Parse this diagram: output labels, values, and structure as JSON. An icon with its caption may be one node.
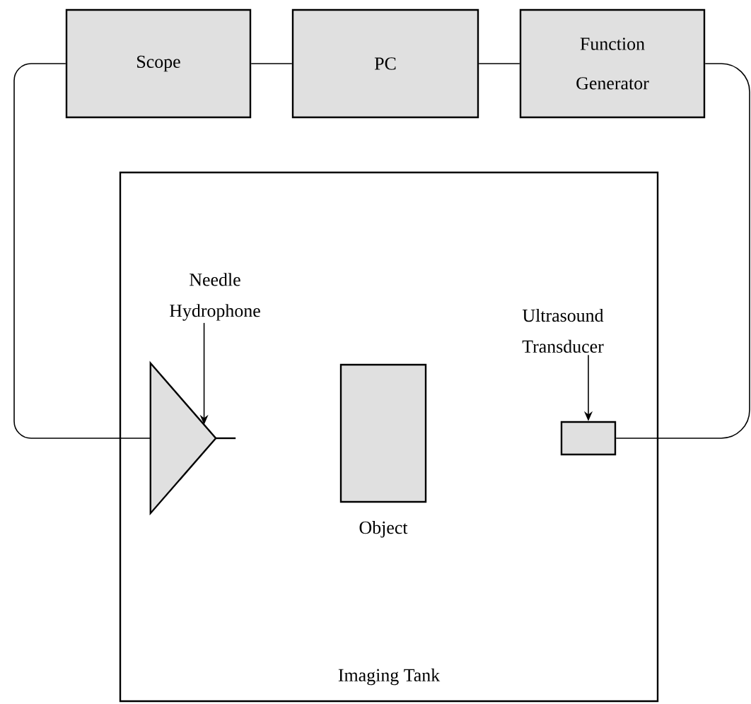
{
  "diagram": {
    "nodes": [
      {
        "text": [
          "Scope"
        ]
      },
      {
        "text": [
          "PC"
        ]
      },
      {
        "text": [
          "Function Generator"
        ]
      },
      {
        "text": [
          "Imaging Tank"
        ]
      },
      {
        "text": [
          "Needle Hydrophone"
        ],
        "in": 3
      },
      {
        "text": [],
        "shape": "triangle",
        "in": 3
      },
      {
        "text": [
          "Object"
        ],
        "in": 3
      },
      {
        "text": [
          "Ultrasound Transducer"
        ],
        "in": 3
      },
      {
        "text": [],
        "shape": "box",
        "in": 3
      }
    ],
    "edges": [
      {
        "from": 0,
        "to": 1,
        "arrow": "none"
      },
      {
        "from": 1,
        "to": 2,
        "arrow": "none"
      },
      {
        "from": 0,
        "to": 5,
        "arrow": "none"
      },
      {
        "from": 2,
        "to": 8,
        "arrow": "none"
      },
      {
        "from": 4,
        "to": 5,
        "arrow": "to"
      },
      {
        "from": 7,
        "to": 8,
        "arrow": "to"
      }
    ]
  }
}
